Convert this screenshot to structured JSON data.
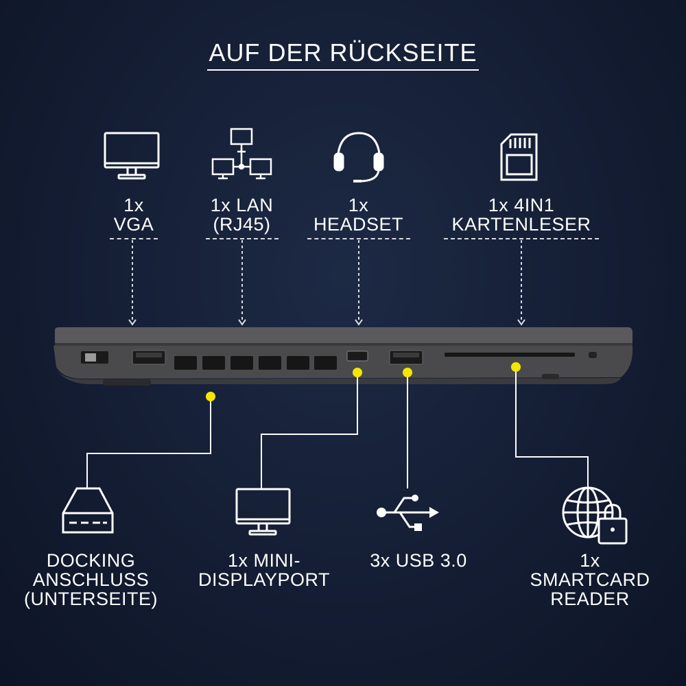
{
  "title": "AUF DER RÜCKSEITE",
  "top_ports": [
    {
      "line1": "1x",
      "line2": "VGA",
      "icon": "monitor-icon"
    },
    {
      "line1": "1x LAN",
      "line2": "(RJ45)",
      "icon": "network-icon"
    },
    {
      "line1": "1x",
      "line2": "HEADSET",
      "icon": "headset-icon"
    },
    {
      "line1": "1x 4IN1",
      "line2": "KARTENLESER",
      "icon": "sd-card-icon"
    }
  ],
  "bottom_ports": [
    {
      "lines": [
        "DOCKING",
        "ANSCHLUSS",
        "(UNTERSEITE)"
      ],
      "icon": "docking-drive-icon"
    },
    {
      "lines": [
        "1x MINI-",
        "DISPLAYPORT"
      ],
      "icon": "monitor-icon"
    },
    {
      "lines": [
        "3x USB 3.0"
      ],
      "icon": "usb-icon"
    },
    {
      "lines": [
        "1x",
        "SMARTCARD",
        "READER"
      ],
      "icon": "globe-lock-icon"
    }
  ],
  "colors": {
    "accent": "#f4e600",
    "background": "#141d33",
    "laptop": "#4a4a4c",
    "text": "#ffffff"
  }
}
